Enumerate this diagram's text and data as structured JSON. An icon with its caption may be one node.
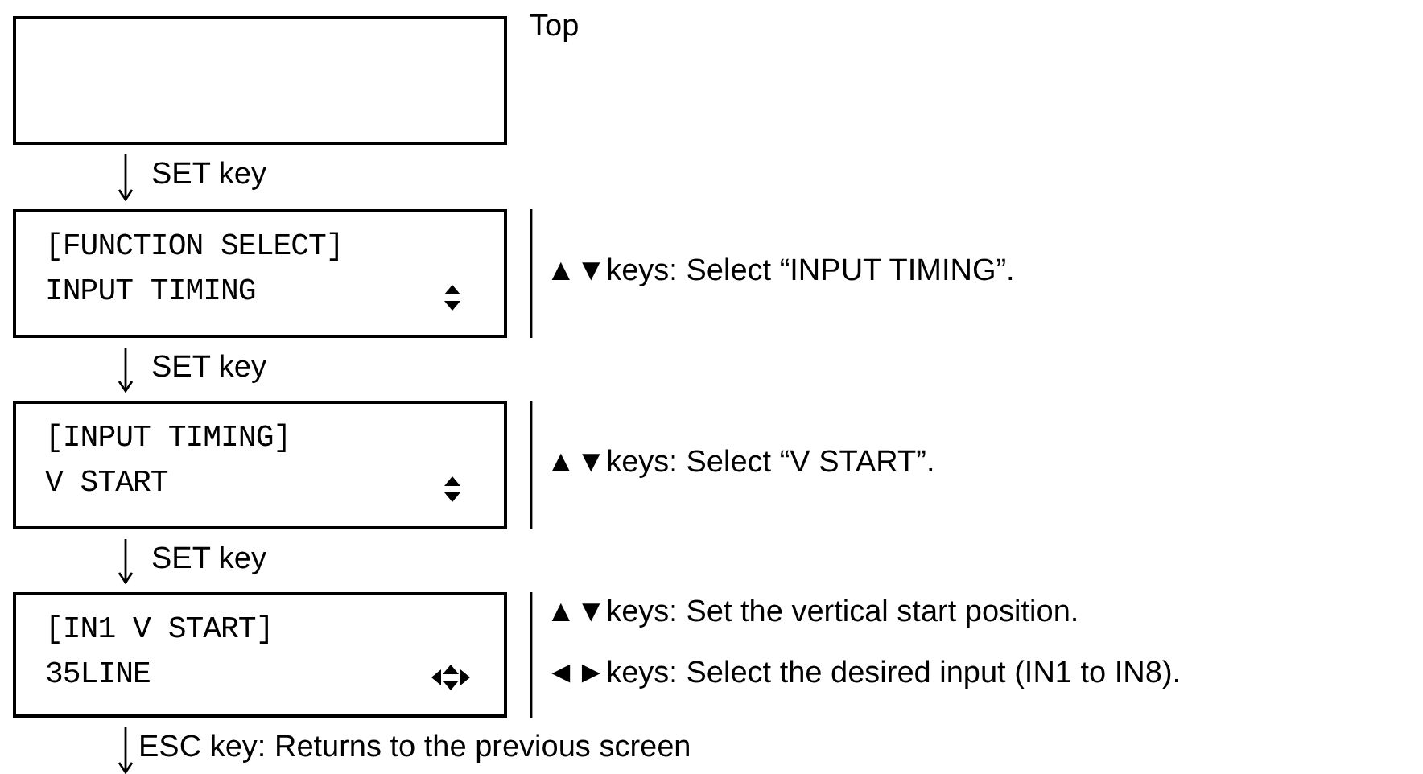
{
  "diagram": {
    "nodes": [
      {
        "text": [],
        "shape": "box",
        "beside": [
          "Top"
        ]
      },
      {
        "text": [
          "[FUNCTION SELECT]",
          "INPUT TIMING"
        ],
        "beside": [
          "▲▼keys: Select “INPUT TIMING”."
        ]
      },
      {
        "text": [
          "[INPUT TIMING]",
          "V START"
        ],
        "beside": [
          "▲▼keys: Select “V START”."
        ]
      },
      {
        "text": [
          "[IN1 V START]",
          "35LINE"
        ],
        "beside": [
          "▲▼keys: Set the vertical start position.",
          "◄►keys: Select the desired input (IN1 to IN8)."
        ]
      }
    ],
    "edges": [
      {
        "from": 0,
        "to": 1,
        "arrow": "to",
        "label": "SET key"
      },
      {
        "from": 1,
        "to": 2,
        "arrow": "to",
        "label": "SET key"
      },
      {
        "from": 2,
        "to": 3,
        "arrow": "to",
        "label": "SET key"
      },
      {
        "from": 3,
        "to": null,
        "arrow": "to",
        "label": "ESC key: Returns to the previous screen"
      }
    ]
  }
}
